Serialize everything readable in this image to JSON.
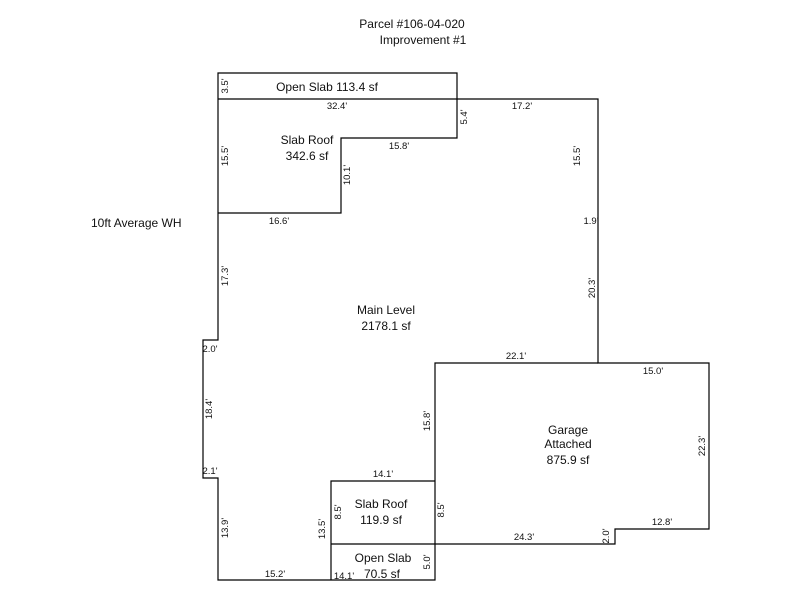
{
  "header": {
    "parcel": "Parcel #106-04-020",
    "improvement": "Improvement #1"
  },
  "note": "10ft Average WH",
  "areas": {
    "open_slab_top": "Open Slab  113.4 sf",
    "slab_roof_top_name": "Slab Roof",
    "slab_roof_top_area": "342.6 sf",
    "main_name": "Main Level",
    "main_area": "2178.1 sf",
    "garage_name_1": "Garage",
    "garage_name_2": "Attached",
    "garage_area": "875.9 sf",
    "slab_roof_bottom_name": "Slab Roof",
    "slab_roof_bottom_area": "119.9 sf",
    "open_slab_bottom_name": "Open Slab",
    "open_slab_bottom_area": "70.5 sf"
  },
  "dimensions": {
    "d_3_5": "3.5'",
    "d_32_4": "32.4'",
    "d_5_4": "5.4'",
    "d_17_2": "17.2'",
    "d_15_5_left": "15.5'",
    "d_15_5_right": "15.5'",
    "d_15_8_top": "15.8'",
    "d_10_1": "10.1'",
    "d_16_6": "16.6'",
    "d_1_9": "1.9'",
    "d_17_3": "17.3'",
    "d_20_3": "20.3'",
    "d_2_0_left": "2.0'",
    "d_22_1": "22.1'",
    "d_15_0": "15.0'",
    "d_18_4": "18.4'",
    "d_15_8_mid": "15.8'",
    "d_22_3": "22.3'",
    "d_2_1": "2.1'",
    "d_14_1_top": "14.1'",
    "d_13_9": "13.9'",
    "d_8_5_left": "8.5'",
    "d_8_5_right": "8.5'",
    "d_13_5": "13.5'",
    "d_12_8": "12.8'",
    "d_24_3": "24.3'",
    "d_2_0_right": "2.0'",
    "d_5_0": "5.0'",
    "d_15_2": "15.2'",
    "d_14_1_bottom": "14.1'"
  }
}
